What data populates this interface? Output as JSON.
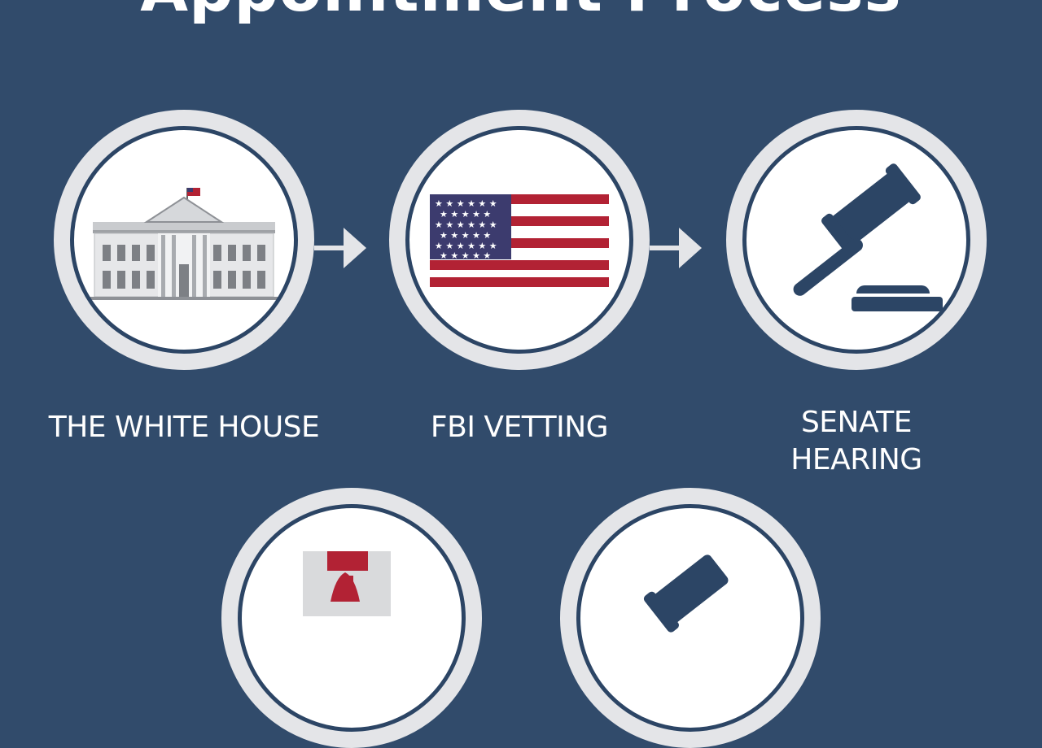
{
  "title": "Appointment Process",
  "steps": [
    {
      "label": "THE WHITE HOUSE",
      "icon": "white-house-icon"
    },
    {
      "label": "FBI VETTING",
      "icon": "us-flag-icon"
    },
    {
      "label": "SENATE\nHEARING",
      "icon": "gavel-icon"
    },
    {
      "label": "",
      "icon": "capitol-icon"
    },
    {
      "label": "",
      "icon": "gavel-icon"
    }
  ],
  "colors": {
    "background": "#314b6b",
    "ring": "#e4e5e8",
    "navy": "#2c4565",
    "flag_red": "#b22234",
    "flag_blue": "#3c3b6e"
  }
}
